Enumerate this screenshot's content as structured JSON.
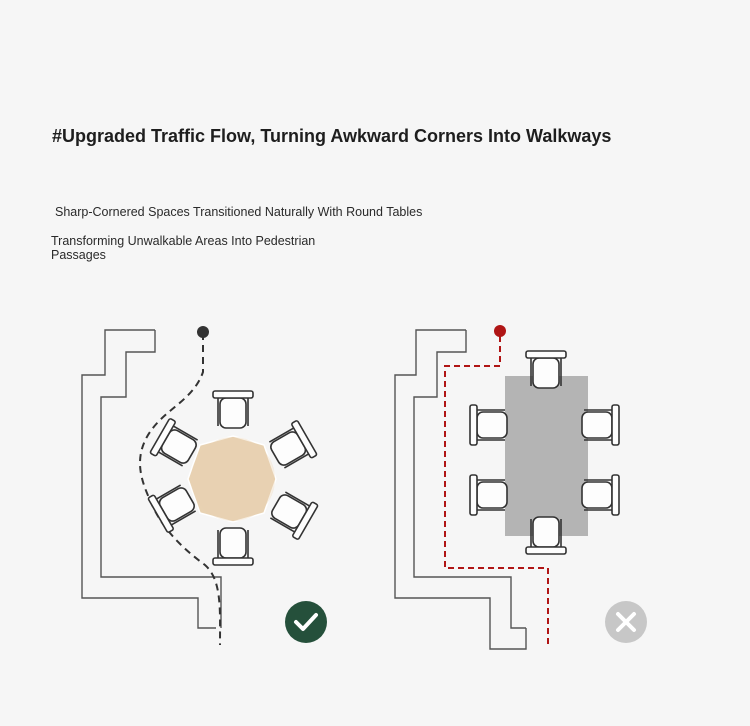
{
  "heading": {
    "title": "#Upgraded Traffic Flow, Turning Awkward Corners Into Walkways",
    "line1": "Sharp-Cornered Spaces Transitioned Naturally With Round Tables",
    "line2": "Transforming Unwalkable Areas Into Pedestrian Passages"
  },
  "colors": {
    "good_path": "#333333",
    "bad_path": "#b01515",
    "round_table": "#e8d2b2",
    "rect_table": "#b4b4b4",
    "ok_badge": "#25503b",
    "no_badge": "#c7c7c7",
    "wall": "#555555"
  },
  "icons": {
    "ok": "check-icon",
    "no": "cross-icon"
  }
}
